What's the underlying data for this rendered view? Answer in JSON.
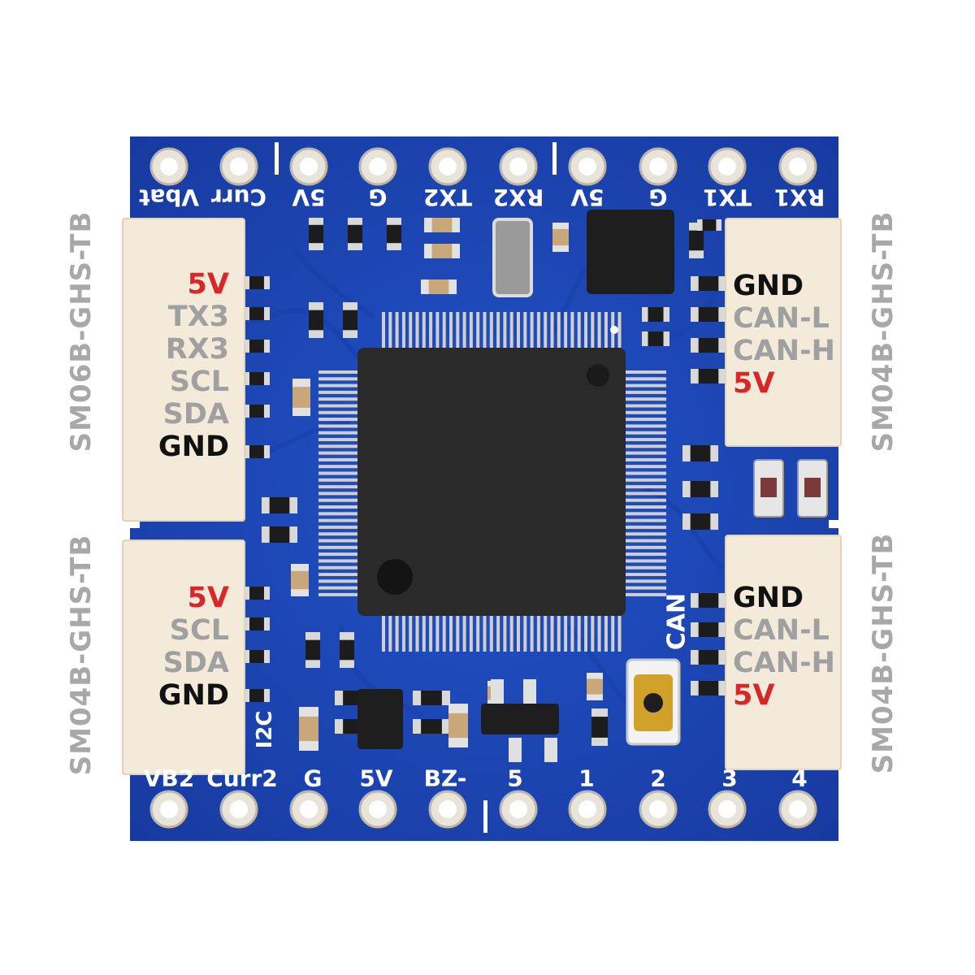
{
  "board": {
    "pcb_color": "#1d47b8",
    "top_header_labels": [
      "Vbat",
      "Curr",
      "5V",
      "G",
      "TX2",
      "RX2",
      "5V",
      "G",
      "TX1",
      "RX1"
    ],
    "bottom_header_labels": [
      "VB2",
      "Curr2",
      "G",
      "5V",
      "BZ-",
      "5",
      "1",
      "2",
      "3",
      "4"
    ],
    "silk_i2c": "I2C",
    "silk_can": "CAN"
  },
  "connectors": {
    "left_top": {
      "part": "SM06B-GHS-TB",
      "pins": [
        {
          "label": "5V",
          "color": "red"
        },
        {
          "label": "TX3",
          "color": "grey"
        },
        {
          "label": "RX3",
          "color": "grey"
        },
        {
          "label": "SCL",
          "color": "grey"
        },
        {
          "label": "SDA",
          "color": "grey"
        },
        {
          "label": "GND",
          "color": "black"
        }
      ]
    },
    "left_bottom": {
      "part": "SM04B-GHS-TB",
      "pins": [
        {
          "label": "5V",
          "color": "red"
        },
        {
          "label": "SCL",
          "color": "grey"
        },
        {
          "label": "SDA",
          "color": "grey"
        },
        {
          "label": "GND",
          "color": "black"
        }
      ]
    },
    "right_top": {
      "part": "SM04B-GHS-TB",
      "pins": [
        {
          "label": "GND",
          "color": "black"
        },
        {
          "label": "CAN-L",
          "color": "grey"
        },
        {
          "label": "CAN-H",
          "color": "grey"
        },
        {
          "label": "5V",
          "color": "red"
        }
      ]
    },
    "right_bottom": {
      "part": "SM04B-GHS-TB",
      "pins": [
        {
          "label": "GND",
          "color": "black"
        },
        {
          "label": "CAN-L",
          "color": "grey"
        },
        {
          "label": "CAN-H",
          "color": "grey"
        },
        {
          "label": "5V",
          "color": "red"
        }
      ]
    }
  }
}
